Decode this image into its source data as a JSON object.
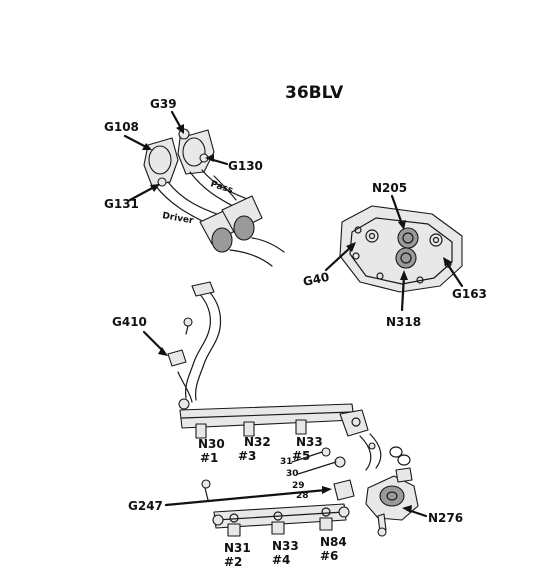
{
  "title": "36BLV",
  "callouts": {
    "g39": "G39",
    "g108": "G108",
    "g130": "G130",
    "g131": "G131",
    "drivers": "Driver",
    "pass": "Pass",
    "n205": "N205",
    "g40": "G40",
    "g163": "G163",
    "n318": "N318",
    "g410": "G410",
    "n30": "N30",
    "n30_cyl": "#1",
    "n32": "N32",
    "n32_cyl": "#3",
    "n33_top": "N33",
    "n33_top_cyl": "#5",
    "n31": "N31",
    "n31_cyl": "#2",
    "n33_bottom": "N33",
    "n33_bottom_cyl": "#4",
    "n84": "N84",
    "n84_cyl": "#6",
    "g247": "G247",
    "n276": "N276",
    "num31": "31",
    "num30": "30",
    "num29": "29",
    "num28": "28"
  }
}
